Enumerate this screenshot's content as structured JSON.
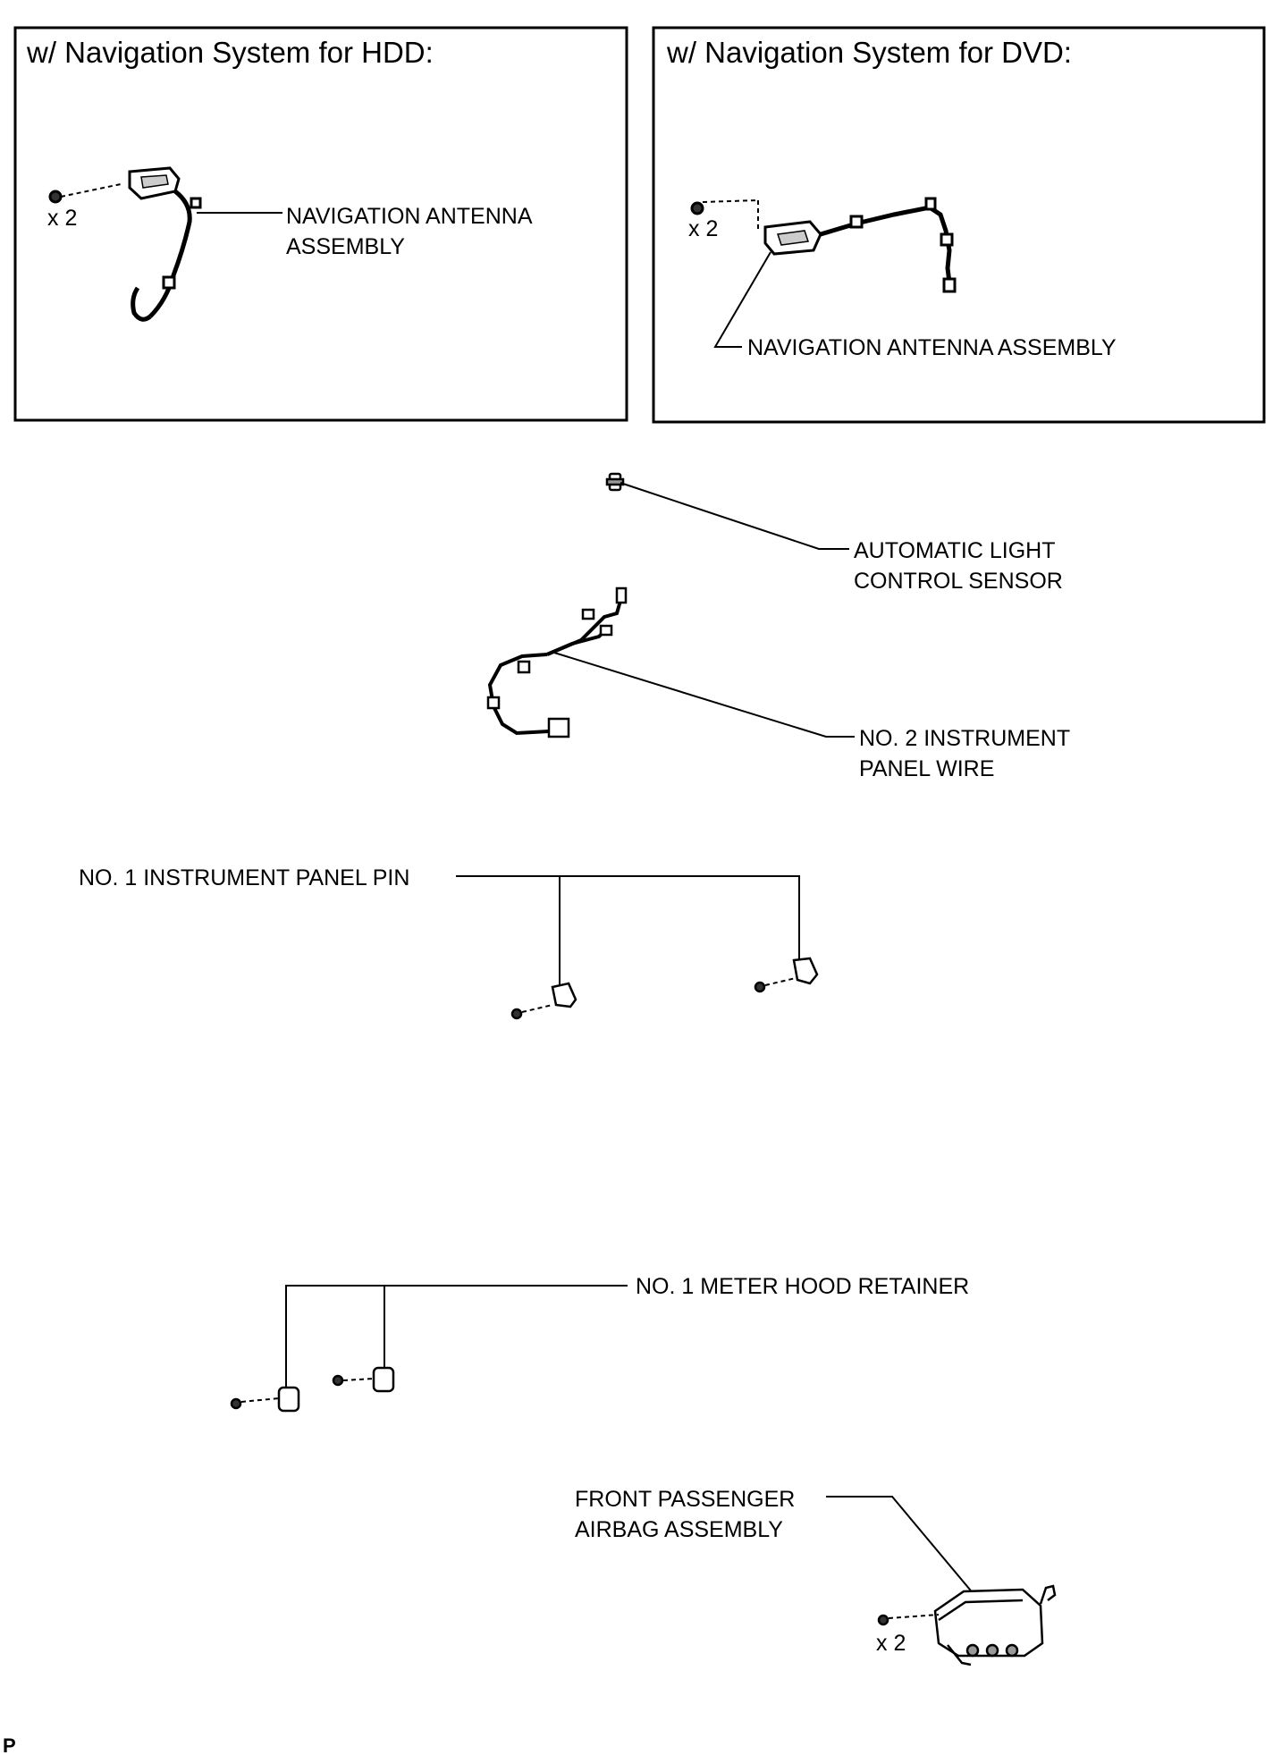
{
  "panels": {
    "hdd": {
      "title": "w/ Navigation System for HDD:",
      "qty": "x 2",
      "label_line1": "NAVIGATION ANTENNA",
      "label_line2": "ASSEMBLY"
    },
    "dvd": {
      "title": "w/ Navigation System for DVD:",
      "qty": "x 2",
      "label": "NAVIGATION ANTENNA ASSEMBLY"
    }
  },
  "parts": {
    "light_sensor": {
      "line1": "AUTOMATIC LIGHT",
      "line2": "CONTROL SENSOR"
    },
    "panel_wire": {
      "line1": "NO. 2 INSTRUMENT",
      "line2": "PANEL WIRE"
    },
    "panel_pin": {
      "label": "NO. 1 INSTRUMENT PANEL PIN"
    },
    "meter_hood": {
      "label": "NO. 1 METER HOOD RETAINER"
    },
    "airbag": {
      "line1": "FRONT PASSENGER",
      "line2": "AIRBAG ASSEMBLY",
      "qty": "x 2"
    }
  },
  "corner_mark": "P"
}
